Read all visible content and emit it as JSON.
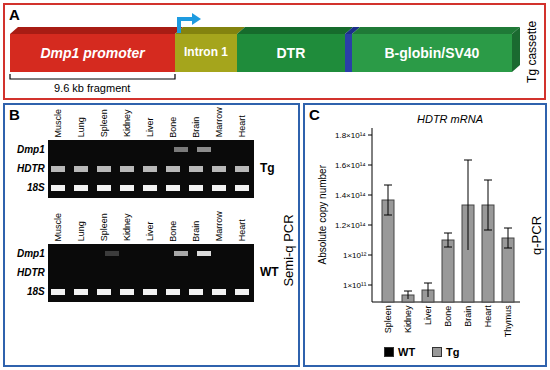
{
  "diagram": {
    "nodes": [
      {
        "text": [
          "A",
          "Tg cassette"
        ]
      },
      {
        "text": [
          "Dmp1 promoter"
        ],
        "in": 0
      },
      {
        "text": [
          "Intron 1"
        ],
        "in": 0
      },
      {
        "text": [
          "DTR"
        ],
        "in": 0
      },
      {
        "text": [
          "B-globin/SV40"
        ],
        "in": 0
      },
      {
        "text": [
          "B",
          "Semi-q PCR"
        ]
      },
      {
        "text": [
          "C",
          "q-PCR"
        ]
      }
    ],
    "labels": [
      "9.6 kb fragment",
      "Muscle",
      "Lung",
      "Spleen",
      "Kidney",
      "Liver",
      "Bone",
      "Brain",
      "Marrow",
      "Heart",
      "Dmp1",
      "HDTR",
      "18S",
      "Tg",
      "Muscle",
      "Lung",
      "Spleen",
      "Kidney",
      "Liver",
      "Bone",
      "Brain",
      "Marrow",
      "Heart",
      "Dmp1",
      "HDTR",
      "18S",
      "WT",
      "HDTR mRNA",
      "Absolute copy number",
      "1.8×10¹⁴",
      "1.6×10¹⁴",
      "1.4×10¹⁴",
      "1.2×10¹⁴",
      "1×10¹²",
      "1×10¹¹",
      "Spleen",
      "Kidney",
      "Liver",
      "Bone",
      "Brain",
      "Heart",
      "Thymus"
    ],
    "legend": [
      {
        "text": "WT",
        "color": "#000000"
      },
      {
        "text": "Tg",
        "color": "#999999"
      }
    ]
  }
}
